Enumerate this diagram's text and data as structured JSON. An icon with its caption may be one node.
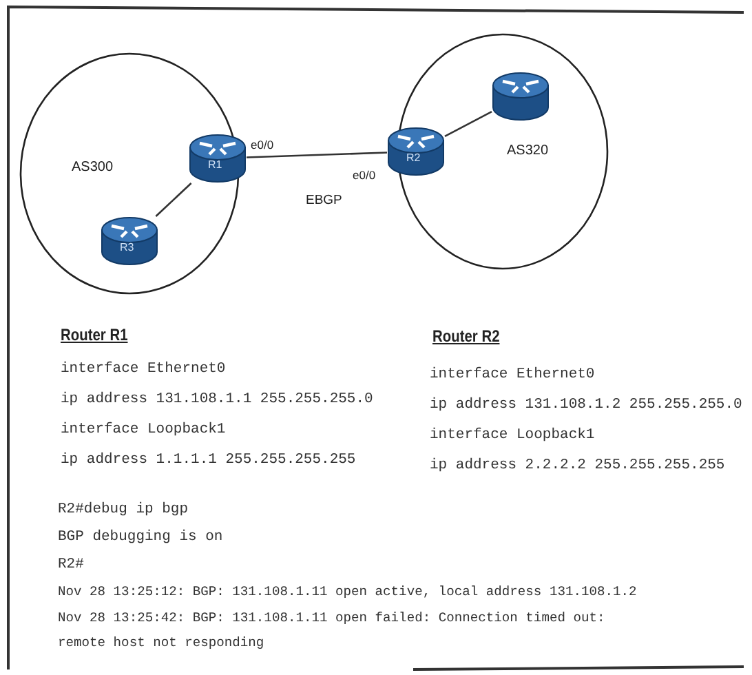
{
  "diagram": {
    "nodes": [
      {
        "text": [
          "AS300"
        ]
      },
      {
        "text": [
          "R1"
        ],
        "in": 0,
        "beside": [
          "e0/0"
        ]
      },
      {
        "text": [
          "R3"
        ],
        "in": 0
      },
      {
        "text": [
          "AS320"
        ]
      },
      {
        "text": [
          "R2"
        ],
        "in": 3,
        "beside": [
          "e0/0"
        ]
      },
      {
        "text": [],
        "shape": "router",
        "in": 3
      }
    ],
    "edges": [
      {
        "from": 1,
        "to": 2,
        "arrow": "none"
      },
      {
        "from": 1,
        "to": 4,
        "arrow": "none",
        "label": "EBGP"
      },
      {
        "from": 4,
        "to": 5,
        "arrow": "none"
      }
    ],
    "labels": [
      "Router R1",
      "interface Ethernet0",
      "ip address 131.108.1.1 255.255.255.0",
      "interface Loopback1",
      "ip address 1.1.1.1 255.255.255.255",
      "Router R2",
      "interface Ethernet0",
      "ip address 131.108.1.2 255.255.255.0",
      "interface Loopback1",
      "ip address 2.2.2.2 255.255.255.255",
      "R2#debug ip bgp",
      "BGP debugging is on",
      "R2#",
      "Nov 28 13:25:12: BGP: 131.108.1.11 open active, local address 131.108.1.2",
      "Nov 28 13:25:42: BGP: 131.108.1.11 open failed: Connection timed out: remote host not responding"
    ]
  }
}
